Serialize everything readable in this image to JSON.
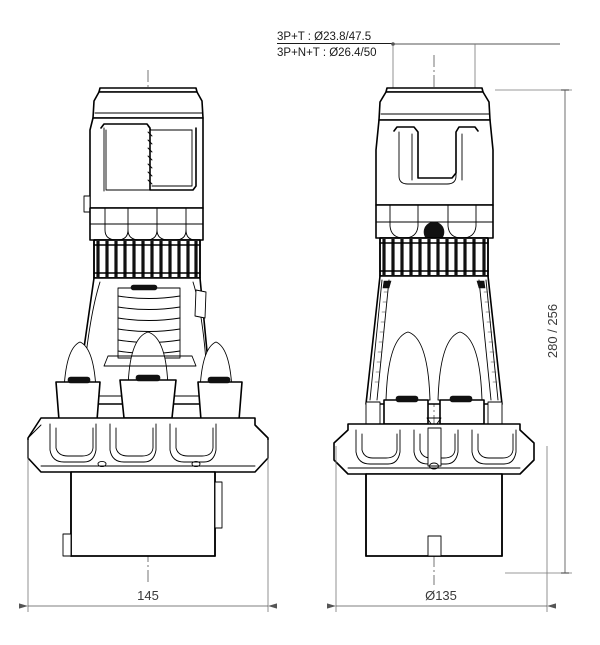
{
  "drawing": {
    "title": "Industrial plug technical drawing",
    "background_color": "#ffffff",
    "line_color": "#000000",
    "dimension_color": "#555555"
  },
  "annotations": {
    "pin_note_line1": "3P+T : Ø23.8/47.5",
    "pin_note_line2": "3P+N+T : Ø26.4/50"
  },
  "dimensions": {
    "height": "280 / 256",
    "width_left": "145",
    "width_right": "Ø135"
  },
  "views": {
    "left": {
      "name": "side-view",
      "label": "145"
    },
    "right": {
      "name": "front-view",
      "label": "Ø135"
    }
  }
}
